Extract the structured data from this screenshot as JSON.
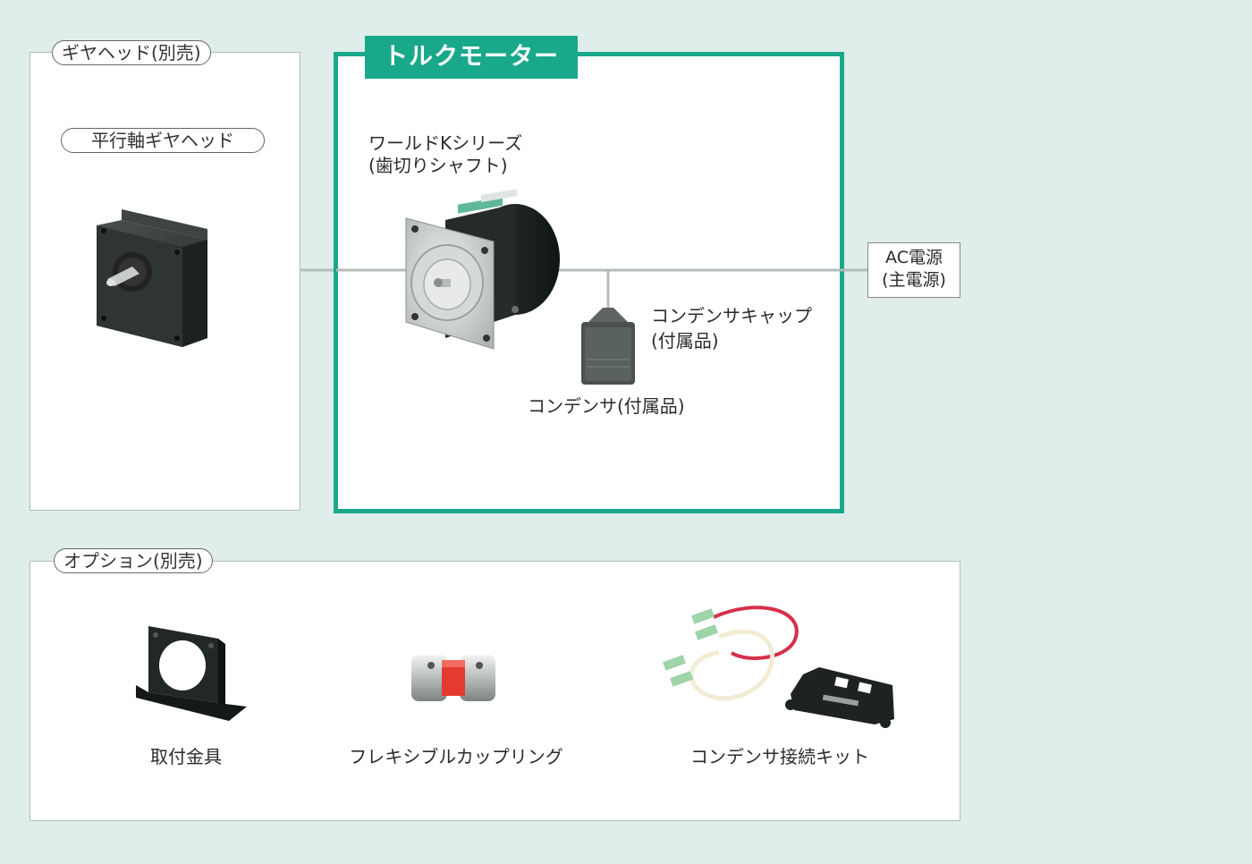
{
  "gearhead_panel": {
    "tag": "ギヤヘッド(別売)",
    "item_label": "平行軸ギヤヘッド"
  },
  "torque_panel": {
    "title": "トルクモーター",
    "motor_label_line1": "ワールドKシリーズ",
    "motor_label_line2": "(歯切りシャフト)",
    "cap_label_line1": "コンデンサキャップ",
    "cap_label_line2": "(付属品)",
    "condenser_label": "コンデンサ(付属品)"
  },
  "ac_power": {
    "line1": "AC電源",
    "line2": "(主電源)"
  },
  "options_panel": {
    "tag": "オプション(別売)",
    "items": [
      {
        "label": "取付金具"
      },
      {
        "label": "フレキシブルカップリング"
      },
      {
        "label": "コンデンサ接続キット"
      }
    ]
  },
  "colors": {
    "accent": "#1aa88a",
    "background": "#dfeeea",
    "connector": "#b4bcbc"
  }
}
